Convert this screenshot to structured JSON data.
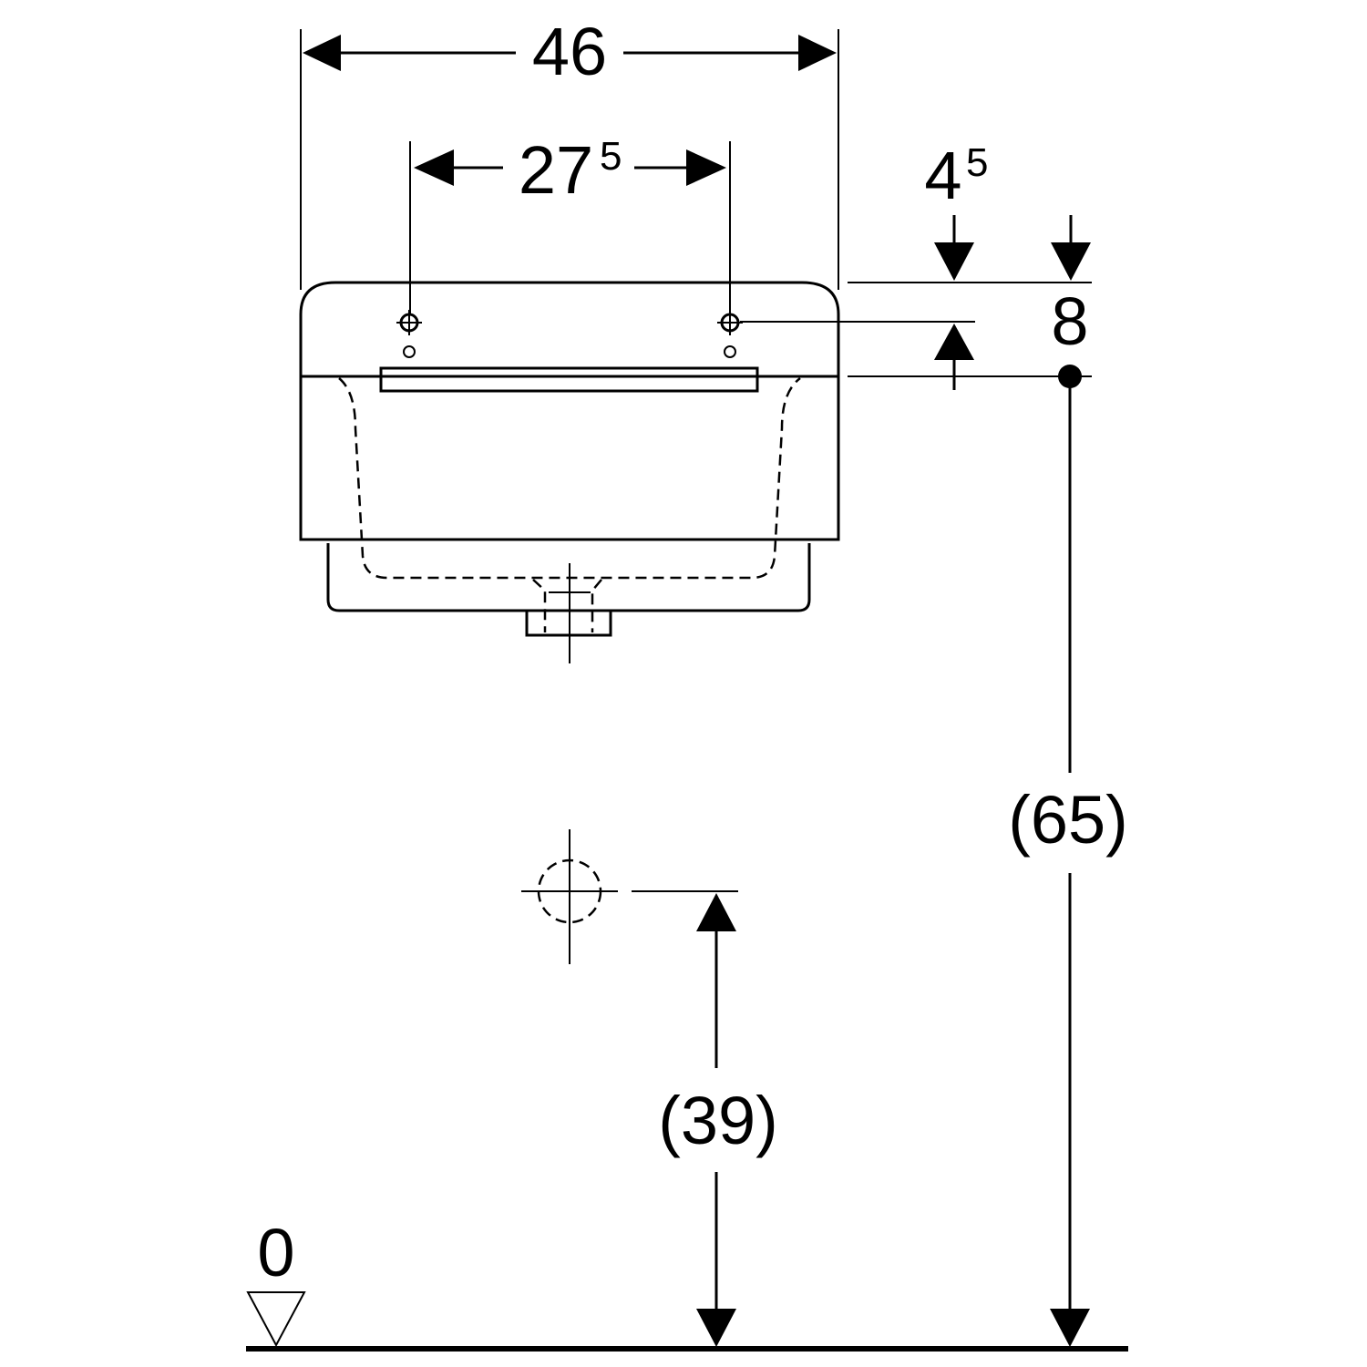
{
  "dimensions": {
    "overall_width": "46",
    "fixing_spacing_main": "27",
    "fixing_spacing_sup": "5",
    "top_offset_main": "4",
    "top_offset_sup": "5",
    "fixing_to_rim": "8",
    "rim_height": "(65)",
    "waste_height": "(39)",
    "floor_level": "0"
  },
  "colors": {
    "ink": "#000000",
    "background": "#ffffff"
  }
}
